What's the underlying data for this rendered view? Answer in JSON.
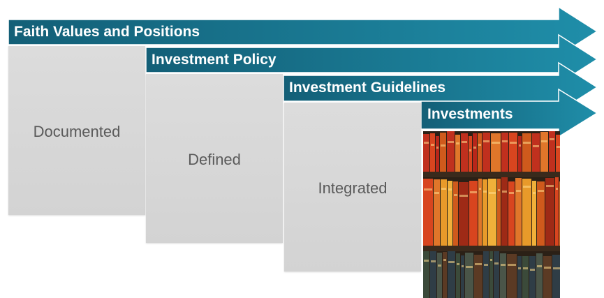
{
  "stages": [
    {
      "band_label": "Faith Values and Positions",
      "box_label": "Documented"
    },
    {
      "band_label": "Investment Policy",
      "box_label": "Defined"
    },
    {
      "band_label": "Investment Guidelines",
      "box_label": "Integrated"
    },
    {
      "band_label": "Investments",
      "image": "bookshelf-photo"
    }
  ],
  "colors": {
    "band_dark": "#135f77",
    "band_light": "#1f8ea9",
    "box_fill": "#d6d6d6",
    "box_text": "#5a5a5a",
    "book_colors": [
      "#c0301e",
      "#d8451f",
      "#e0762a",
      "#b8261a",
      "#e89a2a",
      "#cf5a1c",
      "#f0b03a",
      "#9e2a16",
      "#3b4a3a",
      "#2f3d46",
      "#4a5548",
      "#5b3a24"
    ]
  }
}
